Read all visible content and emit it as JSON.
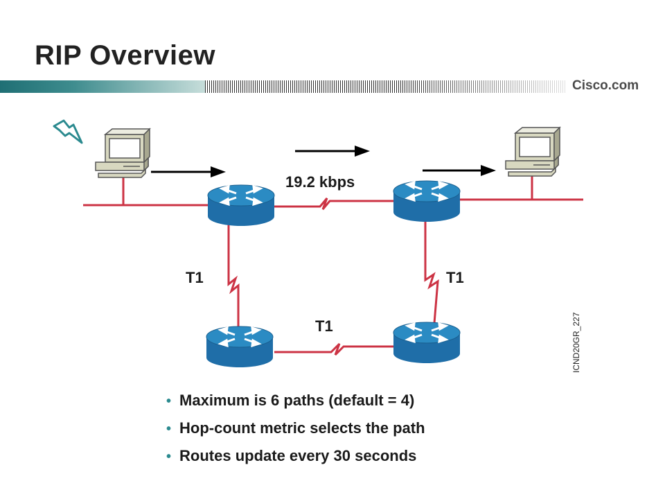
{
  "slide": {
    "title": "RIP Overview",
    "brand": "Cisco.com"
  },
  "diagram": {
    "link_top": "19.2 kbps",
    "link_left": "T1",
    "link_right": "T1",
    "link_bottom": "T1",
    "figure_code": "ICND20GR_227",
    "colors": {
      "link": "#cc3344",
      "router_body": "#1e6ea6",
      "router_top": "#2a8ac2"
    },
    "icons": [
      "lightning-icon",
      "pc-icon",
      "router-icon",
      "arrow-right-icon"
    ]
  },
  "bullets": [
    "Maximum is 6 paths (default = 4)",
    "Hop-count metric selects the path",
    "Routes update every 30 seconds"
  ]
}
